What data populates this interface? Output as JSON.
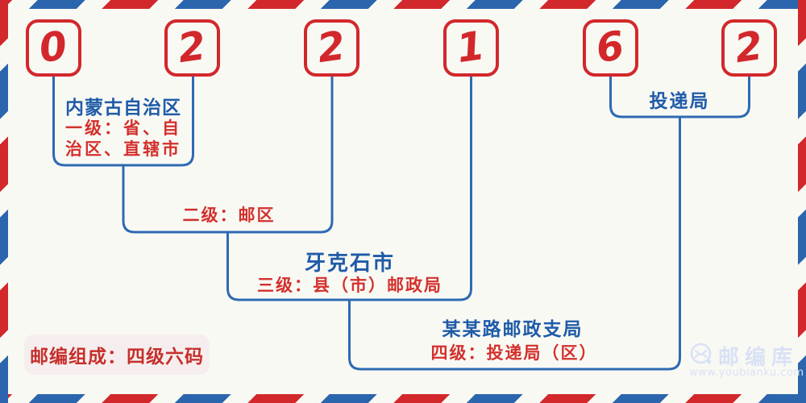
{
  "code": {
    "digits": [
      "0",
      "2",
      "2",
      "1",
      "6",
      "2"
    ]
  },
  "annotations": {
    "level1": {
      "title": "内蒙古自治区",
      "desc_line1": "一级：省、自",
      "desc_line2": "治区、直辖市"
    },
    "level2": {
      "desc": "二级：邮区"
    },
    "level3": {
      "title": "牙克石市",
      "desc": "三级：县（市）邮政局"
    },
    "level4": {
      "title": "某某路邮政支局",
      "desc": "四级：投递局（区）"
    },
    "delivery_office": {
      "label": "投递局"
    }
  },
  "badge": {
    "label": "邮编组成：四级六码"
  },
  "watermark": {
    "brand": "邮编库",
    "url": "www.youbianku.com",
    "icon": "envelope-circle-icon"
  },
  "colors": {
    "red": "#d2282b",
    "blue_line": "#2e6ab2",
    "blue_text": "#1f5ba8",
    "red_text": "#d3302c",
    "background": "#f9f9f4",
    "badge_bg": "#f6eeee",
    "watermark": "#d9e1f5"
  }
}
